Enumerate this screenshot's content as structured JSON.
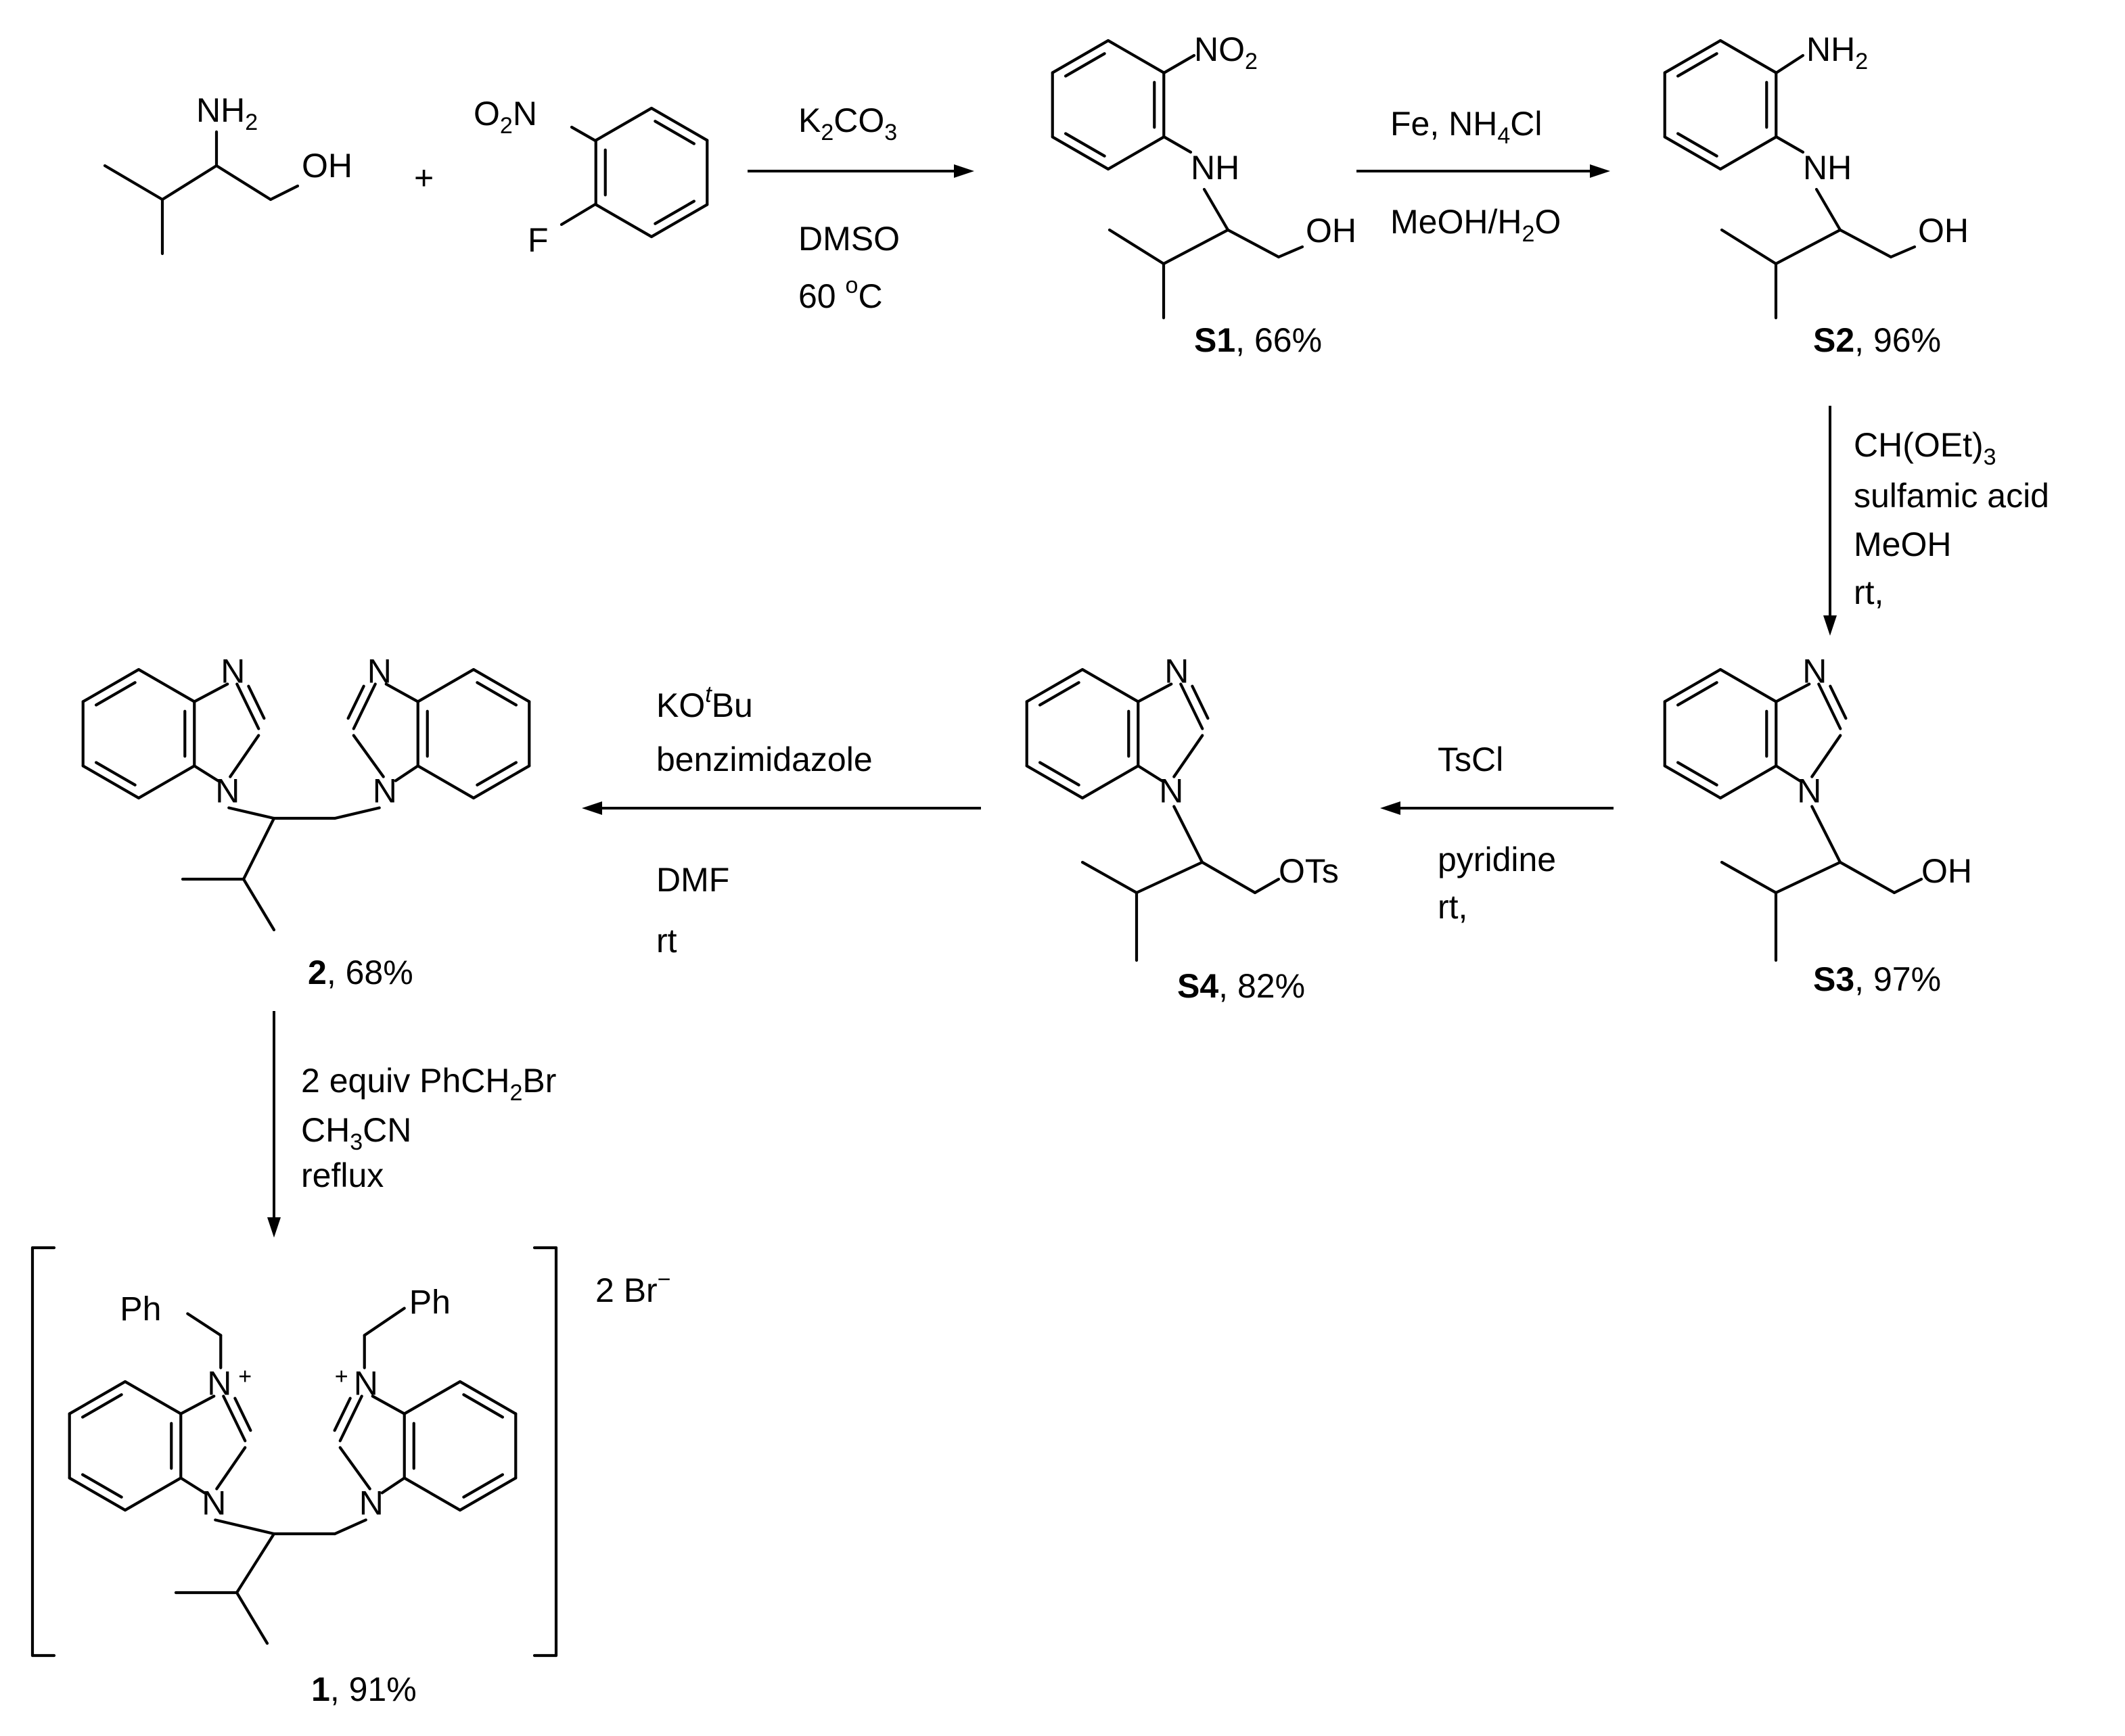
{
  "reaction": {
    "plus": "+",
    "steps": [
      {
        "conditions": [
          {
            "parts": [
              [
                "K"
              ],
              [
                "2",
                "sub"
              ],
              [
                "CO"
              ],
              [
                "3",
                "sub"
              ]
            ]
          },
          {
            "parts": [
              [
                "DMSO"
              ]
            ]
          },
          {
            "parts": [
              [
                "60 "
              ],
              [
                "o",
                "sup"
              ],
              [
                "C"
              ]
            ]
          }
        ]
      },
      {
        "conditions": [
          {
            "parts": [
              [
                "Fe, NH"
              ],
              [
                "4",
                "sub"
              ],
              [
                "Cl"
              ]
            ]
          },
          {
            "parts": [
              [
                "MeOH/H"
              ],
              [
                "2",
                "sub"
              ],
              [
                "O"
              ]
            ]
          }
        ]
      },
      {
        "conditions": [
          {
            "parts": [
              [
                "CH(OEt)"
              ],
              [
                "3",
                "sub"
              ]
            ]
          },
          {
            "parts": [
              [
                "sulfamic acid"
              ]
            ]
          },
          {
            "parts": [
              [
                "MeOH"
              ]
            ]
          },
          {
            "parts": [
              [
                "rt,"
              ]
            ]
          }
        ]
      },
      {
        "conditions": [
          {
            "parts": [
              [
                "TsCl"
              ]
            ]
          },
          {
            "parts": [
              [
                "pyridine"
              ]
            ]
          },
          {
            "parts": [
              [
                "rt,"
              ]
            ]
          }
        ]
      },
      {
        "conditions": [
          {
            "parts": [
              [
                "KO"
              ],
              [
                "t",
                "sup-it"
              ],
              [
                "Bu"
              ]
            ]
          },
          {
            "parts": [
              [
                "benzimidazole"
              ]
            ]
          },
          {
            "parts": [
              [
                "DMF"
              ]
            ]
          },
          {
            "parts": [
              [
                "rt"
              ]
            ]
          }
        ]
      },
      {
        "conditions": [
          {
            "parts": [
              [
                "2 equiv PhCH"
              ],
              [
                "2",
                "sub"
              ],
              [
                "Br"
              ]
            ]
          },
          {
            "parts": [
              [
                "CH"
              ],
              [
                "3",
                "sub"
              ],
              [
                "CN"
              ]
            ]
          },
          {
            "parts": [
              [
                "reflux"
              ]
            ]
          }
        ]
      }
    ],
    "compounds": [
      {
        "id": "S1",
        "yield": ", 66%"
      },
      {
        "id": "S2",
        "yield": ", 96%"
      },
      {
        "id": "S3",
        "yield": ", 97%"
      },
      {
        "id": "S4",
        "yield": ", 82%"
      },
      {
        "id": "2",
        "yield": ", 68%"
      },
      {
        "id": "1",
        "yield": ", 91%"
      }
    ],
    "counterion": {
      "parts": [
        [
          "2 Br"
        ],
        [
          "−",
          "sup"
        ]
      ]
    },
    "atoms": {
      "NH2": {
        "parts": [
          [
            "NH"
          ],
          [
            "2",
            "sub"
          ]
        ]
      },
      "O2N": {
        "parts": [
          [
            "O"
          ],
          [
            "2",
            "sub"
          ],
          [
            "N"
          ]
        ]
      },
      "NO2": {
        "parts": [
          [
            "NO"
          ],
          [
            "2",
            "sub"
          ]
        ]
      },
      "NH": "NH",
      "OH": "OH",
      "F": "F",
      "N": "N",
      "OTs": "OTs",
      "Ph": "Ph",
      "plus": "+"
    }
  }
}
